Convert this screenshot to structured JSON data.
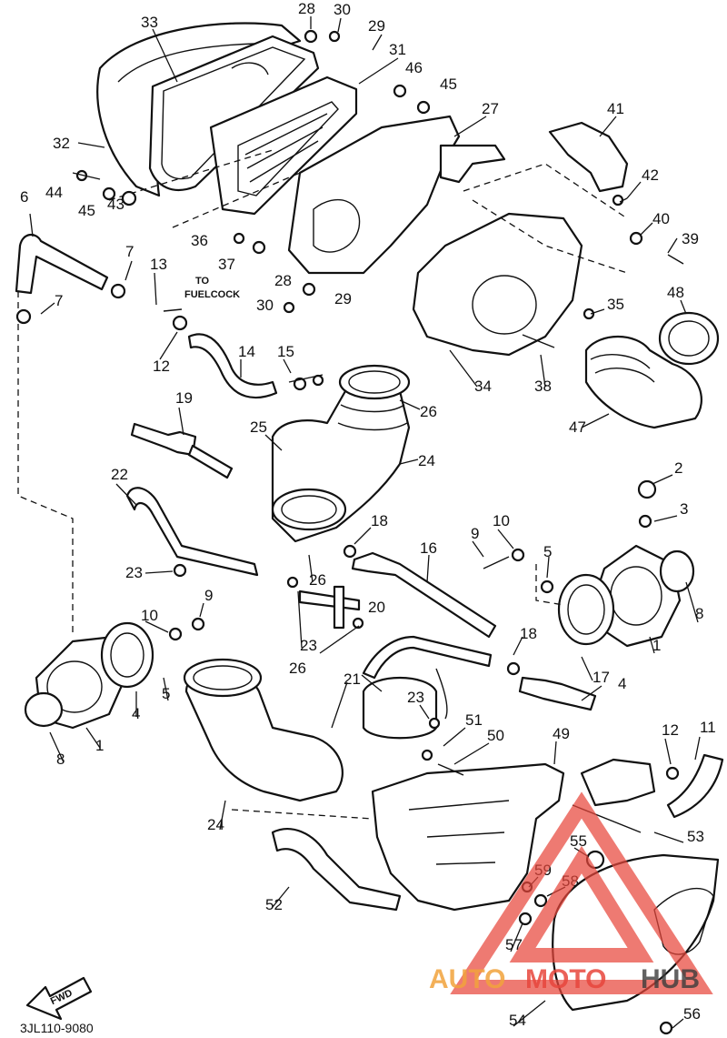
{
  "diagram": {
    "fuel_cock_label": "TO\nFUELCOCK",
    "fwd_label": "FWD",
    "code": "3JL110-9080",
    "watermark": {
      "auto": "AUTO",
      "moto": "MOTO",
      "hub": "HUB"
    },
    "colors": {
      "ink": "#111111",
      "watermark_red": "#e8463c",
      "watermark_orange": "#f2a33c",
      "watermark_dark": "#3c3c3c"
    },
    "callouts": [
      "1",
      "1",
      "2",
      "3",
      "4",
      "4",
      "5",
      "5",
      "6",
      "7",
      "7",
      "8",
      "8",
      "9",
      "9",
      "10",
      "10",
      "11",
      "12",
      "12",
      "13",
      "14",
      "15",
      "16",
      "17",
      "18",
      "18",
      "19",
      "20",
      "21",
      "22",
      "23",
      "23",
      "23",
      "24",
      "24",
      "25",
      "26",
      "26",
      "26",
      "27",
      "28",
      "28",
      "29",
      "29",
      "30",
      "30",
      "31",
      "32",
      "33",
      "34",
      "35",
      "36",
      "37",
      "38",
      "39",
      "40",
      "41",
      "42",
      "43",
      "44",
      "45",
      "45",
      "46",
      "47",
      "48",
      "49",
      "50",
      "51",
      "52",
      "53",
      "54",
      "55",
      "56",
      "57",
      "58",
      "59"
    ]
  }
}
